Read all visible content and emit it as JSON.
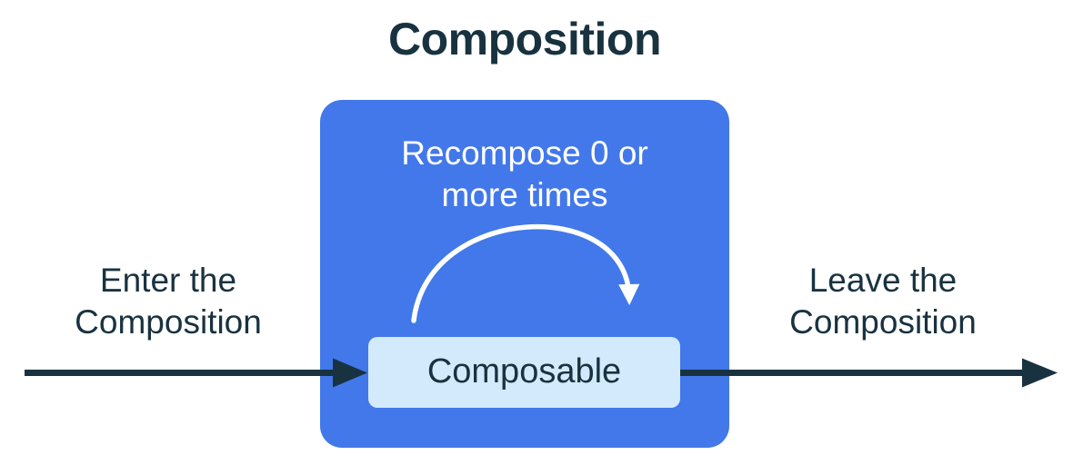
{
  "title": "Composition",
  "blue_box": {
    "annotation": [
      "Recompose 0 or",
      "more times"
    ]
  },
  "composable": {
    "label": "Composable"
  },
  "left_label": [
    "Enter the",
    "Composition"
  ],
  "right_label": [
    "Leave the",
    "Composition"
  ],
  "icons": {
    "recompose_arrow": "curved-loop-arrow",
    "flow_arrow": "right-arrow"
  },
  "colors": {
    "blue": "#4278EA",
    "light_blue": "#D3EAFC",
    "navy": "#183240",
    "white": "#FFFFFF"
  }
}
